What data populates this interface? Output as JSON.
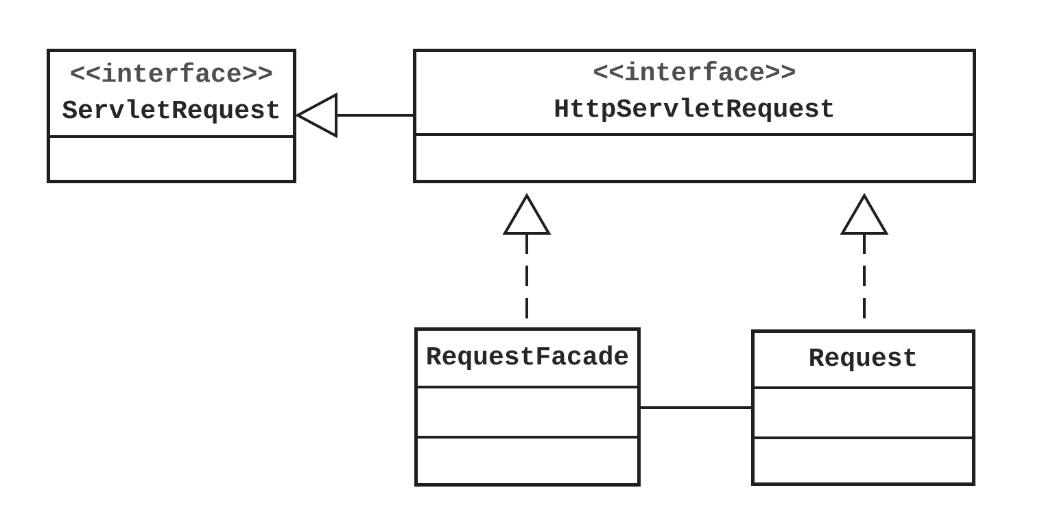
{
  "diagram": {
    "type": "UML class diagram",
    "background_color": "#ffffff",
    "line_color": "#1f1f1f",
    "stereotype_text_color": "#4f4f4f",
    "class_name_text_color": "#262626"
  },
  "classes": {
    "servlet_request": {
      "stereotype": "<<interface>>",
      "name": "ServletRequest"
    },
    "http_servlet_request": {
      "stereotype": "<<interface>>",
      "name": "HttpServletRequest"
    },
    "request_facade": {
      "name": "RequestFacade"
    },
    "request": {
      "name": "Request"
    }
  },
  "relationships": [
    {
      "type": "generalization",
      "from": "HttpServletRequest",
      "to": "ServletRequest",
      "line_style": "solid",
      "arrowhead": "hollow-triangle"
    },
    {
      "type": "realization",
      "from": "RequestFacade",
      "to": "HttpServletRequest",
      "line_style": "dashed",
      "arrowhead": "hollow-triangle"
    },
    {
      "type": "realization",
      "from": "Request",
      "to": "HttpServletRequest",
      "line_style": "dashed",
      "arrowhead": "hollow-triangle"
    },
    {
      "type": "association",
      "from": "RequestFacade",
      "to": "Request",
      "line_style": "solid",
      "arrowhead": "none"
    }
  ]
}
